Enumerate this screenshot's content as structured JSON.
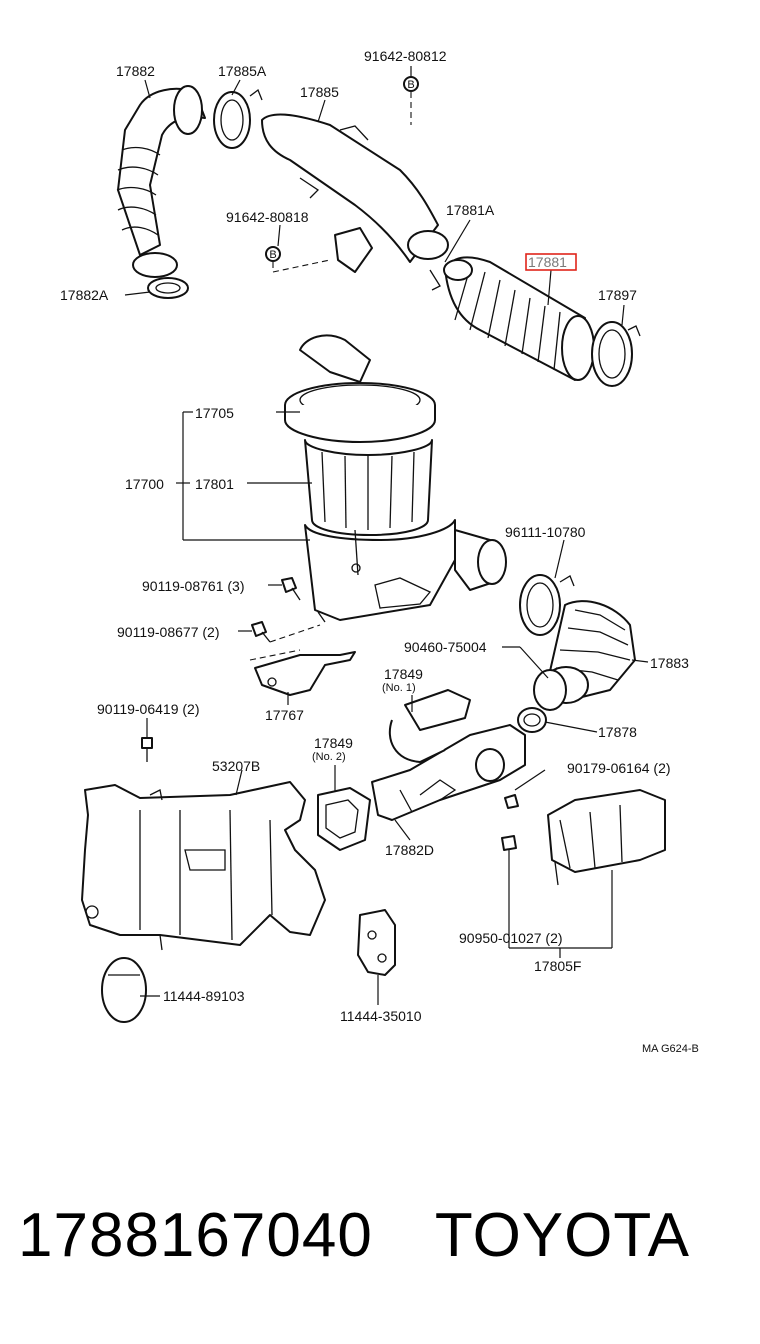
{
  "diagram": {
    "labels": {
      "p17882": "17882",
      "p17885A": "17885A",
      "p91642_80812": "91642-80812",
      "p17885": "17885",
      "p17881A": "17881A",
      "p91642_80818": "91642-80818",
      "p17881": "17881",
      "p17897": "17897",
      "p17882A": "17882A",
      "p17705": "17705",
      "p17700": "17700",
      "p17801": "17801",
      "p96111_10780": "96111-10780",
      "p90119_08761": "90119-08761 (3)",
      "p90119_08677": "90119-08677 (2)",
      "p90460_75004": "90460-75004",
      "p17883": "17883",
      "p17849_1": "17849",
      "p17849_1_sub": "(No. 1)",
      "p17767": "17767",
      "p90119_06419": "90119-06419 (2)",
      "p17878": "17878",
      "p17849_2": "17849",
      "p17849_2_sub": "(No. 2)",
      "p53207B": "53207B",
      "p90179_06164": "90179-06164 (2)",
      "p17882D": "17882D",
      "p90950_01027": "90950-01027 (2)",
      "p17805F": "17805F",
      "p11444_89103": "11444-89103",
      "p11444_35010": "11444-35010",
      "ref_code": "MA  G624-B"
    },
    "bolt_mark": "B",
    "highlight_color": "#e0251b"
  },
  "caption": {
    "part_number": "1788167040",
    "brand": "TOYOTA"
  }
}
